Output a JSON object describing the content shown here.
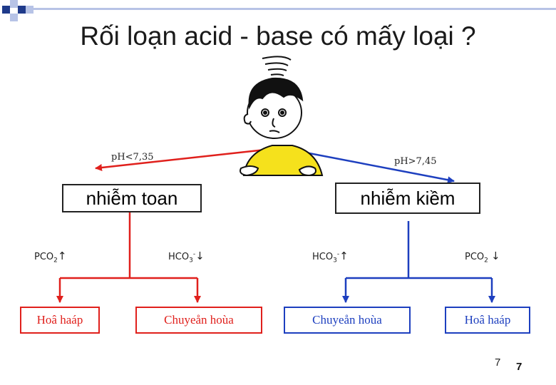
{
  "title": "Rối loạn acid - base có mấy loại ?",
  "ph_low_label": "pH<7,35",
  "ph_high_label": "pH>7,45",
  "acidosis": {
    "label": "nhiễm toan",
    "pco2": {
      "name": "PCO",
      "sub": "2",
      "arrow": "↑"
    },
    "hco3": {
      "name": "HCO",
      "sub": "3",
      "sup": "-",
      "arrow": "↓"
    },
    "left_result": "Hoâ haáp",
    "right_result": "Chuyeån hoùa",
    "color": "#e0201c"
  },
  "alkalosis": {
    "label": "nhiễm kiềm",
    "hco3": {
      "name": "HCO",
      "sub": "3",
      "sup": "-",
      "arrow": "↑"
    },
    "pco2": {
      "name": "PCO",
      "sub": "2",
      "arrow": "↓"
    },
    "left_result": "Chuyeån hoùa",
    "right_result": "Hoâ haáp",
    "color": "#1d3fbf"
  },
  "page_number": "7",
  "page_number_bold": "7",
  "decor_colors": {
    "square_dark": "#1f3a8a",
    "square_light": "#b7c3e6",
    "title_bar": "#b7c3e6"
  },
  "figure": {
    "icon": "confused-boy-icon",
    "shirt_color": "#f5e11c"
  }
}
